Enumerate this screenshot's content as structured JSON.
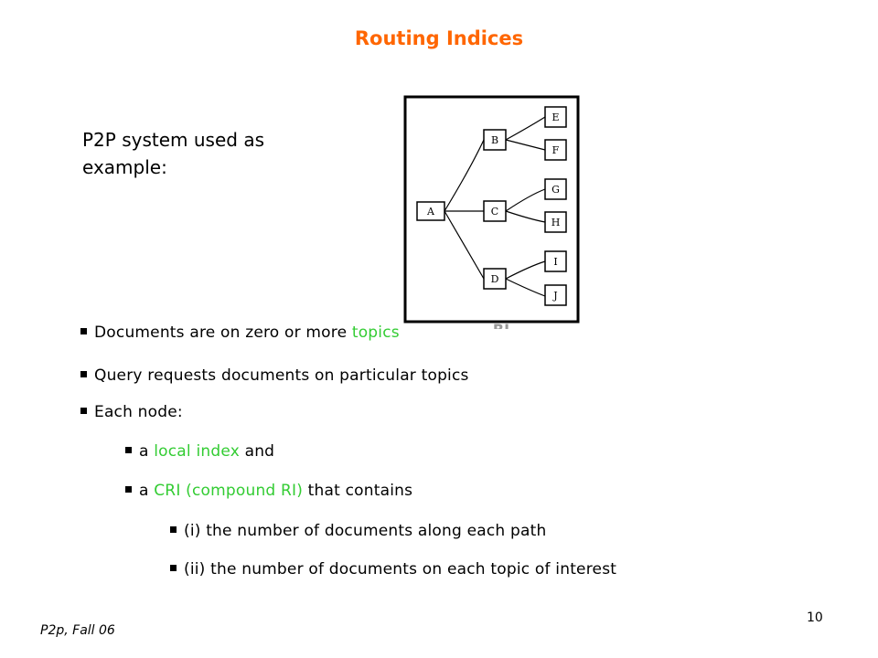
{
  "slide": {
    "title": "Routing Indices",
    "intro": "P2P system used as example:",
    "bullets": [
      {
        "pre": "Documents are on zero or more ",
        "hl": "topics",
        "post": ""
      },
      {
        "pre": "Query requests documents on particular topics",
        "hl": "",
        "post": ""
      },
      {
        "pre": "Each node:",
        "hl": "",
        "post": ""
      },
      {
        "pre": "a ",
        "hl": "local index",
        "post": " and"
      },
      {
        "pre": "a ",
        "hl": "CRI (compound RI)",
        "post": " that contains"
      },
      {
        "pre": "(i) the number of documents along each path",
        "hl": "",
        "post": ""
      },
      {
        "pre": "(ii) the number of documents on each topic of interest",
        "hl": "",
        "post": ""
      }
    ],
    "footer": "P2p, Fall 06",
    "page_number": "10"
  },
  "diagram": {
    "nodes": {
      "a": "A",
      "b": "B",
      "c": "C",
      "d": "D",
      "e": "E",
      "f": "F",
      "g": "G",
      "h": "H",
      "i": "I",
      "j": "J"
    },
    "caption": "RI"
  },
  "colors": {
    "title": "#ff6600",
    "highlight": "#33cc33",
    "text": "#000000"
  }
}
